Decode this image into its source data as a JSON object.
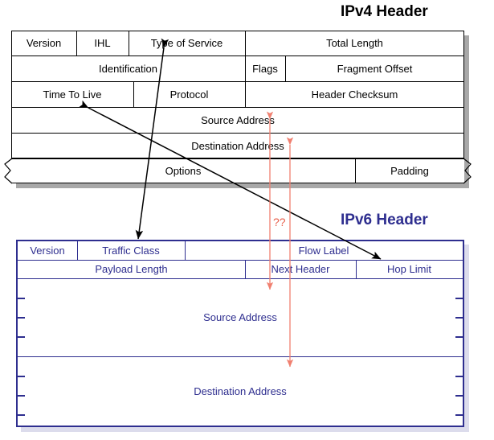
{
  "diagram": {
    "caption_ipv4": "IPv4 Header",
    "caption_ipv6": "IPv6 Header",
    "annotation_question": "??",
    "colors": {
      "ipv4_title": "#000000",
      "ipv4_lines": "#000000",
      "ipv6_title": "#2e2e8f",
      "ipv6_lines": "#2e2e8f",
      "mapping_arrow_black": "#000000",
      "mapping_arrow_red": "#f08070"
    }
  },
  "ipv4_header": {
    "title": "IPv4 Header",
    "rows": [
      {
        "fields": [
          "Version",
          "IHL",
          "Type of Service",
          "Total Length"
        ]
      },
      {
        "fields": [
          "Identification",
          "Flags",
          "Fragment Offset"
        ]
      },
      {
        "fields": [
          "Time To Live",
          "Protocol",
          "Header Checksum"
        ]
      },
      {
        "fields": [
          "Source Address"
        ]
      },
      {
        "fields": [
          "Destination Address"
        ]
      },
      {
        "fields": [
          "Options",
          "Padding"
        ]
      }
    ],
    "field_labels": {
      "version": "Version",
      "ihl": "IHL",
      "type_of_service": "Type of Service",
      "total_length": "Total Length",
      "identification": "Identification",
      "flags": "Flags",
      "fragment_offset": "Fragment Offset",
      "time_to_live": "Time To Live",
      "protocol": "Protocol",
      "header_checksum": "Header Checksum",
      "source_address": "Source Address",
      "destination_address": "Destination Address",
      "options": "Options",
      "padding": "Padding"
    }
  },
  "ipv6_header": {
    "title": "IPv6 Header",
    "rows": [
      {
        "fields": [
          "Version",
          "Traffic Class",
          "Flow Label"
        ]
      },
      {
        "fields": [
          "Payload Length",
          "Next Header",
          "Hop Limit"
        ]
      },
      {
        "fields": [
          "Source Address"
        ]
      },
      {
        "fields": [
          "Destination Address"
        ]
      }
    ],
    "field_labels": {
      "version": "Version",
      "traffic_class": "Traffic Class",
      "flow_label": "Flow Label",
      "payload_length": "Payload Length",
      "next_header": "Next Header",
      "hop_limit": "Hop Limit",
      "source_address": "Source Address",
      "destination_address": "Destination Address"
    }
  },
  "mappings": [
    {
      "from": "Type of Service",
      "to": "Traffic Class",
      "color": "#000000",
      "style": "double-arrow"
    },
    {
      "from": "Time To Live",
      "to": "Hop Limit",
      "color": "#000000",
      "style": "double-arrow"
    },
    {
      "from": "Source Address",
      "to": "Source Address",
      "color": "#f08070",
      "style": "double-arrow"
    },
    {
      "from": "Destination Address",
      "to": "Destination Address",
      "color": "#f08070",
      "style": "double-arrow"
    }
  ]
}
